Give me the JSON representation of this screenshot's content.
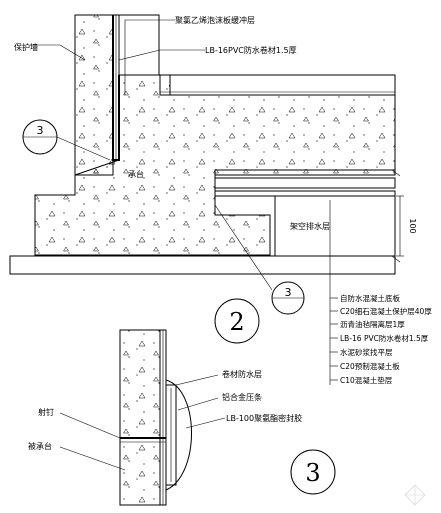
{
  "labels": {
    "retaining_wall": "保护墙",
    "polystyrene_board": "聚氯乙烯泡沫板缓冲层",
    "pvc_membrane_top": "LB-16PVC防水卷材1.5厚",
    "pile_cap": "承台",
    "drain_layer": "架空排水层",
    "dim_100": "100",
    "layers": [
      "自防水混凝土底板",
      "C20细石混凝土保护层40厚",
      "沥青油毡隔离层1厚",
      "LB-16 PVC防水卷材1.5厚",
      "水泥砂浆找平层",
      "C20预制混凝土板",
      "C10混凝土垫层"
    ],
    "membrane_layer": "卷材防水层",
    "aluminum_strip": "铝合金压条",
    "sealant": "LB-100聚氨酯密封胶",
    "nail": "射钉",
    "detail_pile_cap": "被承台"
  },
  "callouts": {
    "ref_a": "3",
    "ref_b": "3",
    "section_2": "2",
    "section_3": "3"
  }
}
